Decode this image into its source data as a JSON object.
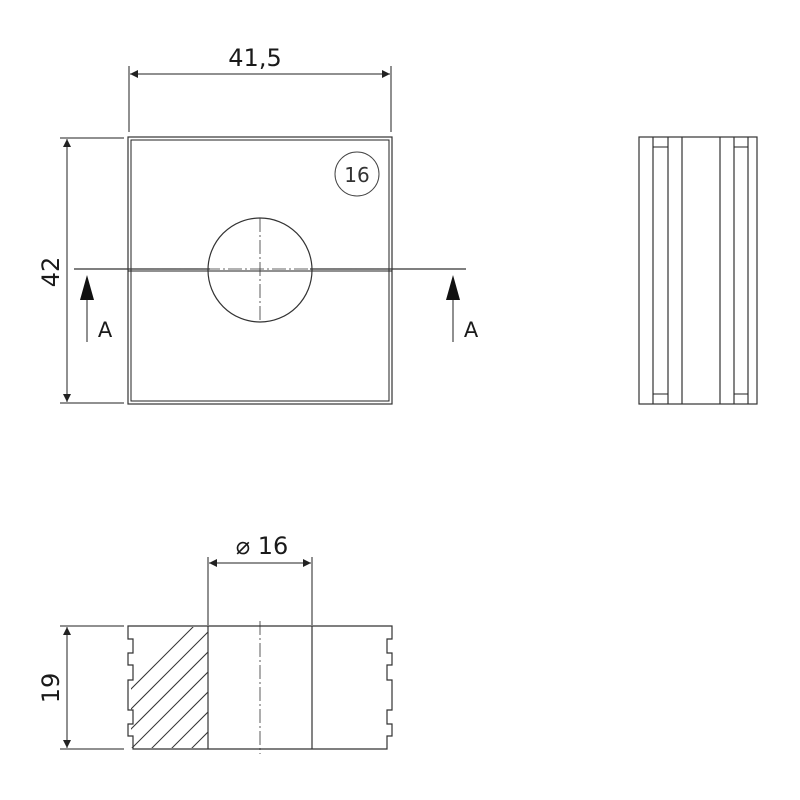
{
  "front_view": {
    "width_dimension": "41,5",
    "height_dimension": "42",
    "size_badge": "16"
  },
  "section_markers": {
    "left_label": "A",
    "right_label": "A"
  },
  "section_view": {
    "diameter_dimension": "⌀ 16",
    "height_dimension": "19"
  },
  "colors": {
    "line": "#222222",
    "background": "#ffffff"
  }
}
